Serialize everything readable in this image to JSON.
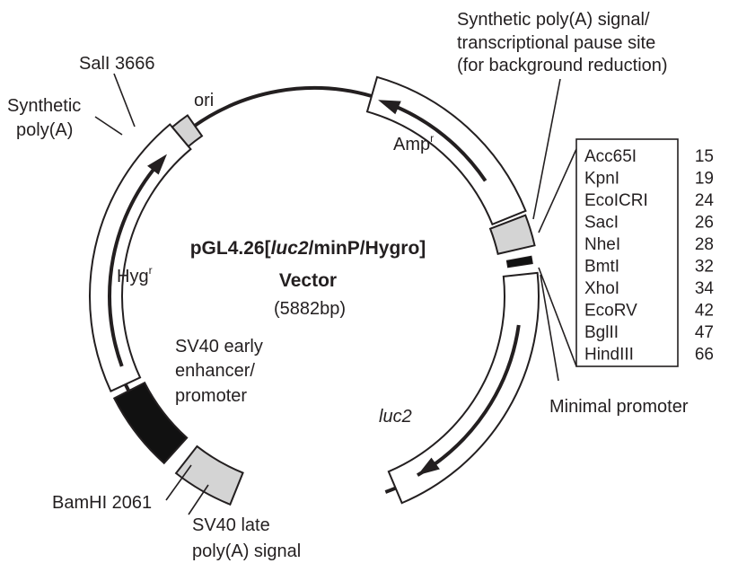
{
  "title": {
    "line1_pre": "pGL4.26[",
    "line1_italic": "luc2",
    "line1_post": "/minP/Hygro]",
    "line2": "Vector",
    "size": "(5882bp)"
  },
  "features": {
    "ori": "ori",
    "amp": {
      "name": "Amp",
      "sup": "r"
    },
    "hyg": {
      "name": "Hyg",
      "sup": "r"
    },
    "luc2": "luc2",
    "sv40_enhancer": [
      "SV40 early",
      "enhancer/",
      "promoter"
    ],
    "sv40_late": [
      "SV40 late",
      "poly(A) signal"
    ],
    "synthetic_polya": [
      "Synthetic",
      "poly(A)"
    ],
    "pause_site": [
      "Synthetic poly(A) signal/",
      "transcriptional pause site",
      "(for background reduction)"
    ],
    "minimal_promoter": "Minimal promoter",
    "sali": "SalI 3666",
    "bamhi": "BamHI 2061"
  },
  "mcs": [
    {
      "name": "Acc65I",
      "pos": "15"
    },
    {
      "name": "KpnI",
      "pos": "19"
    },
    {
      "name": "EcoICRI",
      "pos": "24"
    },
    {
      "name": "SacI",
      "pos": "26"
    },
    {
      "name": "NheI",
      "pos": "28"
    },
    {
      "name": "BmtI",
      "pos": "32"
    },
    {
      "name": "XhoI",
      "pos": "34"
    },
    {
      "name": "EcoRV",
      "pos": "42"
    },
    {
      "name": "BglII",
      "pos": "47"
    },
    {
      "name": "HindIII",
      "pos": "66"
    }
  ],
  "colors": {
    "ink": "#231f20",
    "gray_box": "#d4d4d4",
    "promoter_fill": "#111111"
  }
}
